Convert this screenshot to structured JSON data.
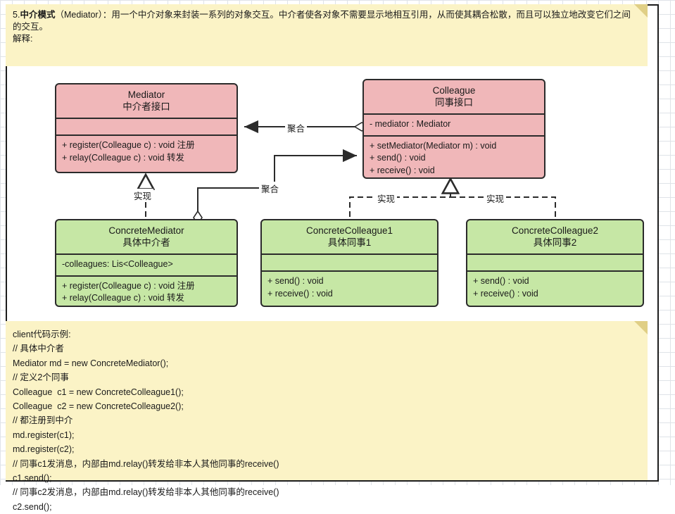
{
  "header_note": {
    "line1_prefix": "5.",
    "line1_bold": "中介模式",
    "line1_rest": "（Mediator）：用一个中介对象来封装一系列的对象交互。中介者使各对象不需要显示地相互引用，从而使其耦合松散，而且可以独立地改变它们之间的交互。",
    "line2": "解释:"
  },
  "classes": {
    "mediator": {
      "name": "Mediator",
      "cn_name": "中介者接口",
      "attributes": [],
      "methods": [
        "+ register(Colleague c) : void 注册",
        "+ relay(Colleague c) : void 转发"
      ],
      "fill": "#f0b7b9"
    },
    "colleague": {
      "name": "Colleague",
      "cn_name": "同事接口",
      "attributes": [
        "- mediator : Mediator"
      ],
      "methods": [
        "+ setMediator(Mediator m) : void",
        "+ send() : void",
        "+ receive() : void"
      ],
      "fill": "#f0b7b9"
    },
    "concrete_mediator": {
      "name": "ConcreteMediator",
      "cn_name": "具体中介者",
      "attributes": [
        "-colleagues: Lis<Colleague>"
      ],
      "methods": [
        "+ register(Colleague c) : void 注册",
        "+ relay(Colleague c) : void 转发"
      ],
      "fill": "#c6e7a5"
    },
    "concrete_colleague1": {
      "name": "ConcreteColleague1",
      "cn_name": "具体同事1",
      "attributes": [],
      "methods": [
        "+ send() : void",
        "+ receive() : void"
      ],
      "fill": "#c6e7a5"
    },
    "concrete_colleague2": {
      "name": "ConcreteColleague2",
      "cn_name": "具体同事2",
      "attributes": [],
      "methods": [
        "+ send() : void",
        "+ receive() : void"
      ],
      "fill": "#c6e7a5"
    }
  },
  "connectors": {
    "aggregation_top": "聚合",
    "aggregation_mid": "聚合",
    "realize_mediator": "实现",
    "realize_colleague1": "实现",
    "realize_colleague2": "实现"
  },
  "code_note": {
    "text": "client代码示例:\n// 具体中介者\nMediator md = new ConcreteMediator();\n// 定义2个同事\nColleague  c1 = new ConcreteColleague1();\nColleague  c2 = new ConcreteColleague2();\n// 都注册到中介\nmd.register(c1);\nmd.register(c2);\n// 同事c1发消息，内部由md.relay()转发给非本人其他同事的receive()\nc1.send();\n// 同事c2发消息，内部由md.relay()转发给非本人其他同事的receive()\nc2.send();"
  },
  "colors": {
    "interface_fill": "#f0b7b9",
    "concrete_fill": "#c6e7a5",
    "note_fill": "#fbf3c6",
    "note_fold": "#e0cf86",
    "stroke": "#2b2b2b",
    "grid": "#dfe3e8"
  }
}
